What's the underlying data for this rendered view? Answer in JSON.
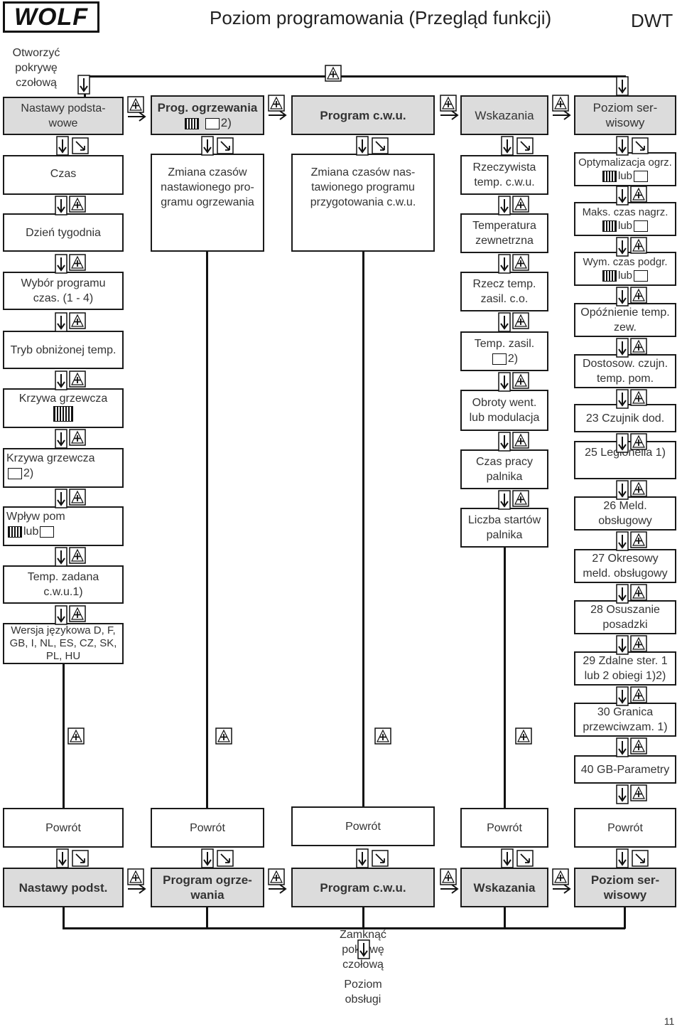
{
  "logo_text": "WOLF",
  "title": "Poziom programowania (Przegląd funkcji)",
  "code": "DWT",
  "open_cover": "Otworzyć pokrywę czołową",
  "col1": {
    "header": "Nastawy podsta-wowe",
    "items": [
      "Czas",
      "Dzień tygodnia",
      "Wybór programu czas. (1 - 4)",
      "Tryb obniżonej temp.",
      "Krzywa grzewcza",
      "Krzywa grzewcza",
      "2)",
      "Wpływ pom",
      "lub",
      "Temp. zadana c.w.u.1)",
      "Wersja językowa D, F, GB, I, NL, ES, CZ, SK, PL, HU"
    ]
  },
  "col2": {
    "header": "Prog. ogrzewania",
    "header_suffix": "2)",
    "item": "Zmiana czasów nastawionego pro-gramu ogrzewania"
  },
  "col3": {
    "header": "Program c.w.u.",
    "item": "Zmiana czasów nas-tawionego programu przygotowania c.w.u."
  },
  "col4": {
    "header": "Wskazania",
    "items": [
      "Rzeczywista temp. c.w.u.",
      "Temperatura zewnetrzna",
      "Rzecz temp. zasil. c.o.",
      "Temp. zasil.",
      "2)",
      "Obroty went. lub modulacja",
      "Czas pracy palnika",
      "Liczba startów palnika"
    ]
  },
  "col5": {
    "header": "Poziom ser-wisowy",
    "items": [
      "Optymalizacja ogrz.",
      "lub",
      "Maks. czas nagrz.",
      "lub",
      "Wym. czas podgr.",
      "lub",
      "Opóźnienie temp. zew.",
      "Dostosow. czujn. temp. pom.",
      "23 Czujnik dod.",
      "25 Legionella 1)",
      "26  Meld. obsługowy",
      "27 Okresowy meld. obsługowy",
      "28 Osuszanie posadzki",
      "29 Zdalne ster.  1 lub 2 obiegi 1)2)",
      "30 Granica przewciwzam. 1)",
      "40 GB-Parametry"
    ]
  },
  "back_label": "Powrót",
  "bottom": [
    "Nastawy podst.",
    "Program ogrze-wania",
    "Program c.w.u.",
    "Wskazania",
    "Poziom ser-wisowy"
  ],
  "close_cover": "Zamknąć pokrywę czołową",
  "operating_level": "Poziom obsługi",
  "page_number": "11"
}
